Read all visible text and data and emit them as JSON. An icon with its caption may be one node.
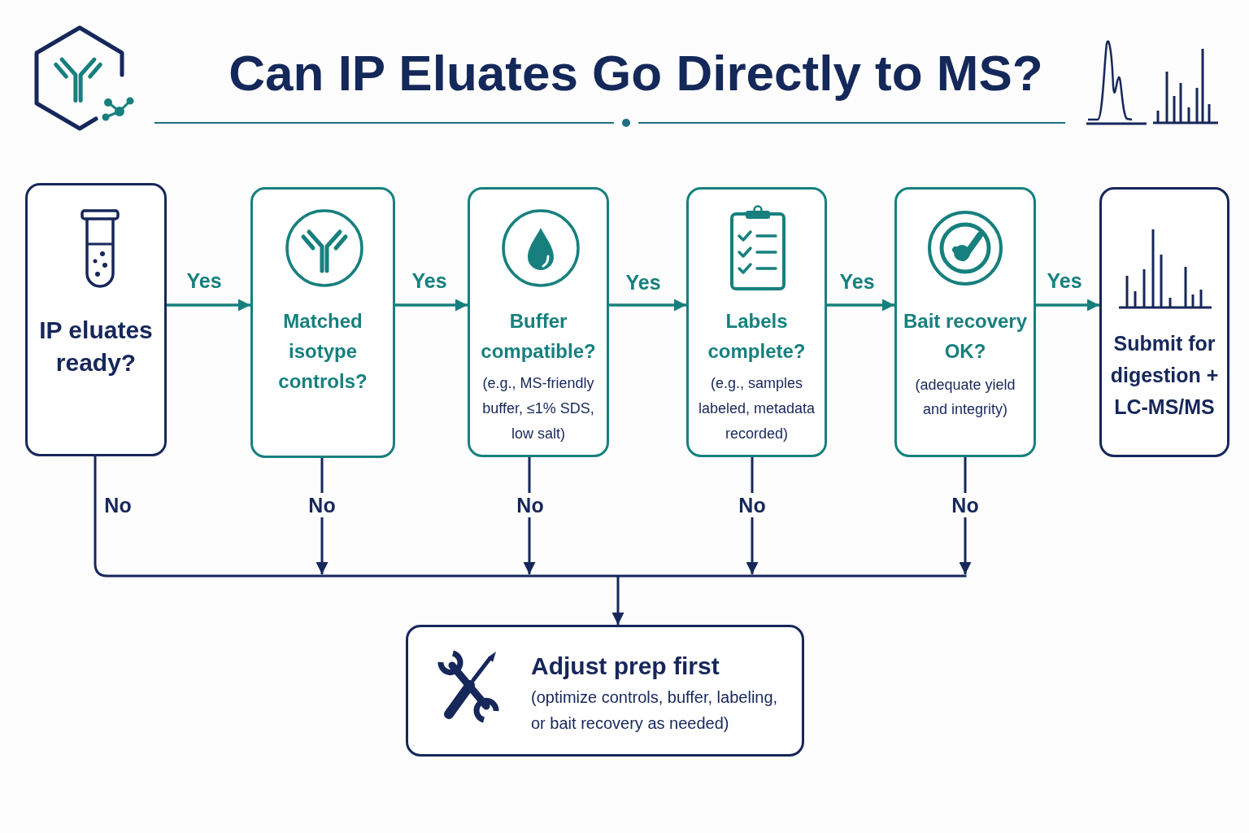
{
  "diagram": {
    "title": "Can IP Eluates Go Directly to MS?",
    "nodes": [
      {
        "text": [
          "IP eluates ready?"
        ]
      },
      {
        "text": [
          "Matched isotype controls?"
        ]
      },
      {
        "text": [
          "Buffer compatible?",
          "(e.g., MS-friendly buffer, ≤1% SDS, low salt)"
        ]
      },
      {
        "text": [
          "Labels complete?",
          "(e.g., samples labeled, metadata recorded)"
        ]
      },
      {
        "text": [
          "Bait recovery OK?",
          "(adequate yield and integrity)"
        ]
      },
      {
        "text": [
          "Submit for digestion + LC-MS/MS"
        ]
      },
      {
        "text": [
          "Adjust prep first",
          "(optimize controls, buffer, labeling, or bait recovery as needed)"
        ]
      }
    ],
    "edges": [
      {
        "from": 0,
        "to": 1,
        "arrow": "to",
        "label": "Yes",
        "color": "#17807e"
      },
      {
        "from": 1,
        "to": 2,
        "arrow": "to",
        "label": "Yes",
        "color": "#17807e"
      },
      {
        "from": 2,
        "to": 3,
        "arrow": "to",
        "label": "Yes",
        "color": "#17807e"
      },
      {
        "from": 3,
        "to": 4,
        "arrow": "to",
        "label": "Yes",
        "color": "#17807e"
      },
      {
        "from": 4,
        "to": 5,
        "arrow": "to",
        "label": "Yes",
        "color": "#17807e"
      },
      {
        "from": 0,
        "to": 6,
        "arrow": "to",
        "label": "No"
      },
      {
        "from": 1,
        "to": 6,
        "arrow": "to",
        "label": "No"
      },
      {
        "from": 2,
        "to": 6,
        "arrow": "to",
        "label": "No"
      },
      {
        "from": 3,
        "to": 6,
        "arrow": "to",
        "label": "No"
      },
      {
        "from": 4,
        "to": 6,
        "arrow": "to",
        "label": "No"
      }
    ]
  }
}
